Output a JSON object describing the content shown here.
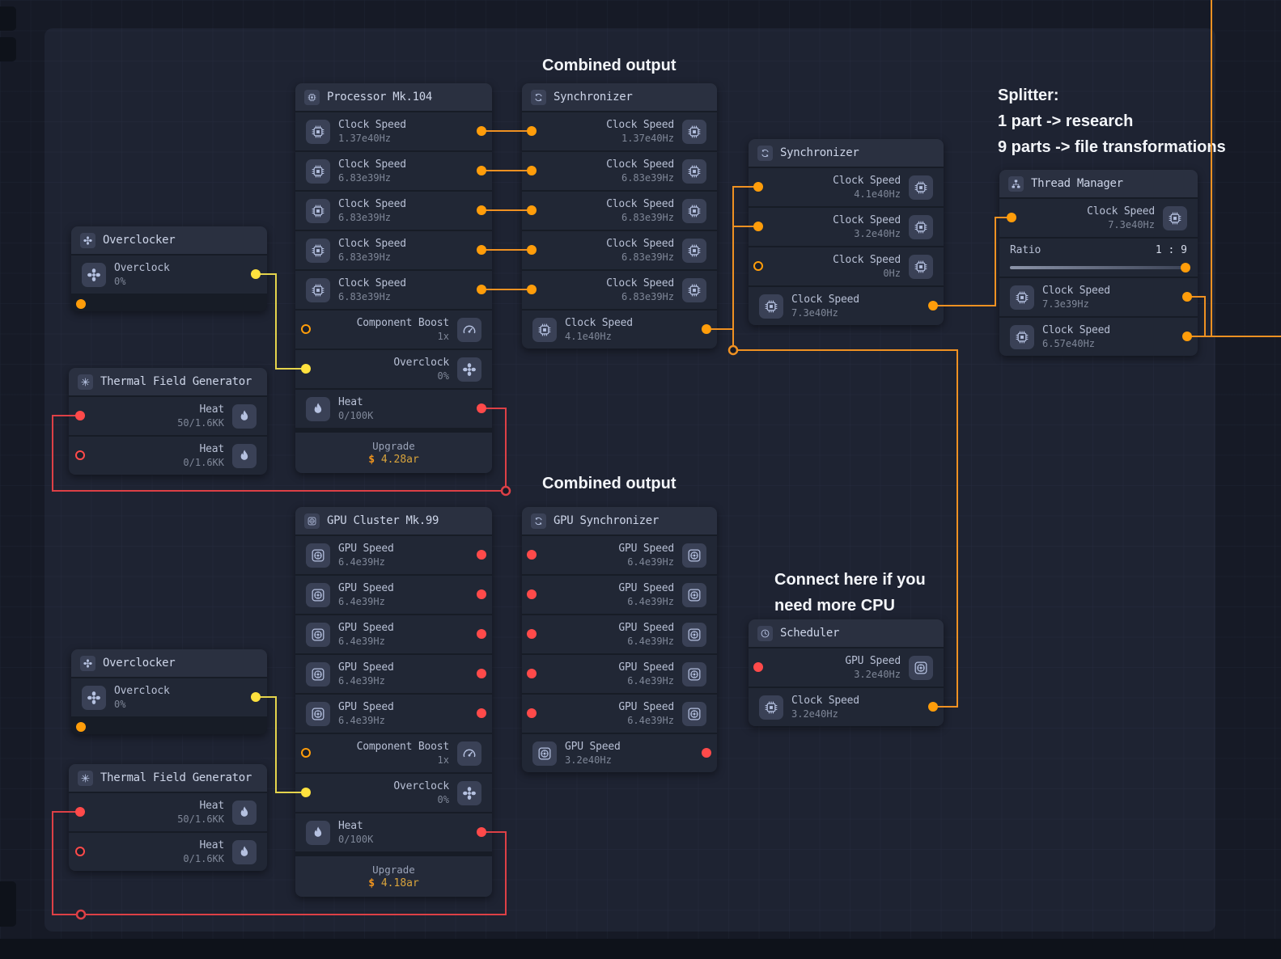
{
  "annotations": {
    "combined_output_top": "Combined output",
    "combined_output_bottom": "Combined output",
    "splitter": [
      "Splitter:",
      "1 part -> research",
      "9 parts -> file transformations"
    ],
    "connect_cpu": [
      "Connect here if you",
      "need more CPU"
    ]
  },
  "colors": {
    "port_orange": "#ff9d0a",
    "wire_orange": "#ef9122",
    "port_red": "#ff4a4a",
    "wire_red": "#dd4046",
    "port_yellow": "#ffe23e",
    "wire_yellow": "#e5d44c"
  },
  "nodes": {
    "overclocker_top": {
      "title": "Overclocker",
      "overclock": {
        "label": "Overclock",
        "value": "0%"
      }
    },
    "thermal_top": {
      "title": "Thermal Field Generator",
      "rows": [
        {
          "label": "Heat",
          "value": "50/1.6KK"
        },
        {
          "label": "Heat",
          "value": "0/1.6KK"
        }
      ]
    },
    "processor": {
      "title": "Processor Mk.104",
      "outputs": [
        {
          "label": "Clock Speed",
          "value": "1.37e40Hz"
        },
        {
          "label": "Clock Speed",
          "value": "6.83e39Hz"
        },
        {
          "label": "Clock Speed",
          "value": "6.83e39Hz"
        },
        {
          "label": "Clock Speed",
          "value": "6.83e39Hz"
        },
        {
          "label": "Clock Speed",
          "value": "6.83e39Hz"
        }
      ],
      "boost": {
        "label": "Component Boost",
        "value": "1x"
      },
      "overclock": {
        "label": "Overclock",
        "value": "0%"
      },
      "heat": {
        "label": "Heat",
        "value": "0/100K"
      },
      "upgrade": {
        "label": "Upgrade",
        "currency": "$",
        "price": "4.28ar"
      }
    },
    "synchronizer_top": {
      "title": "Synchronizer",
      "inputs": [
        {
          "label": "Clock Speed",
          "value": "1.37e40Hz"
        },
        {
          "label": "Clock Speed",
          "value": "6.83e39Hz"
        },
        {
          "label": "Clock Speed",
          "value": "6.83e39Hz"
        },
        {
          "label": "Clock Speed",
          "value": "6.83e39Hz"
        },
        {
          "label": "Clock Speed",
          "value": "6.83e39Hz"
        }
      ],
      "output": {
        "label": "Clock Speed",
        "value": "4.1e40Hz"
      }
    },
    "synchronizer_right": {
      "title": "Synchronizer",
      "inputs": [
        {
          "label": "Clock Speed",
          "value": "4.1e40Hz"
        },
        {
          "label": "Clock Speed",
          "value": "3.2e40Hz"
        },
        {
          "label": "Clock Speed",
          "value": "0Hz"
        }
      ],
      "output": {
        "label": "Clock Speed",
        "value": "7.3e40Hz"
      }
    },
    "thread_manager": {
      "title": "Thread Manager",
      "input": {
        "label": "Clock Speed",
        "value": "7.3e40Hz"
      },
      "ratio": {
        "label": "Ratio",
        "value": "1 : 9"
      },
      "outputs": [
        {
          "label": "Clock Speed",
          "value": "7.3e39Hz"
        },
        {
          "label": "Clock Speed",
          "value": "6.57e40Hz"
        }
      ]
    },
    "gpu_cluster": {
      "title": "GPU Cluster Mk.99",
      "outputs": [
        {
          "label": "GPU Speed",
          "value": "6.4e39Hz"
        },
        {
          "label": "GPU Speed",
          "value": "6.4e39Hz"
        },
        {
          "label": "GPU Speed",
          "value": "6.4e39Hz"
        },
        {
          "label": "GPU Speed",
          "value": "6.4e39Hz"
        },
        {
          "label": "GPU Speed",
          "value": "6.4e39Hz"
        }
      ],
      "boost": {
        "label": "Component Boost",
        "value": "1x"
      },
      "overclock": {
        "label": "Overclock",
        "value": "0%"
      },
      "heat": {
        "label": "Heat",
        "value": "0/100K"
      },
      "upgrade": {
        "label": "Upgrade",
        "currency": "$",
        "price": "4.18ar"
      }
    },
    "gpu_synchronizer": {
      "title": "GPU Synchronizer",
      "inputs": [
        {
          "label": "GPU Speed",
          "value": "6.4e39Hz"
        },
        {
          "label": "GPU Speed",
          "value": "6.4e39Hz"
        },
        {
          "label": "GPU Speed",
          "value": "6.4e39Hz"
        },
        {
          "label": "GPU Speed",
          "value": "6.4e39Hz"
        },
        {
          "label": "GPU Speed",
          "value": "6.4e39Hz"
        }
      ],
      "output": {
        "label": "GPU Speed",
        "value": "3.2e40Hz"
      }
    },
    "scheduler": {
      "title": "Scheduler",
      "input": {
        "label": "GPU Speed",
        "value": "3.2e40Hz"
      },
      "output": {
        "label": "Clock Speed",
        "value": "3.2e40Hz"
      }
    },
    "overclocker_bottom": {
      "title": "Overclocker",
      "overclock": {
        "label": "Overclock",
        "value": "0%"
      }
    },
    "thermal_bottom": {
      "title": "Thermal Field Generator",
      "rows": [
        {
          "label": "Heat",
          "value": "50/1.6KK"
        },
        {
          "label": "Heat",
          "value": "0/1.6KK"
        }
      ]
    }
  }
}
